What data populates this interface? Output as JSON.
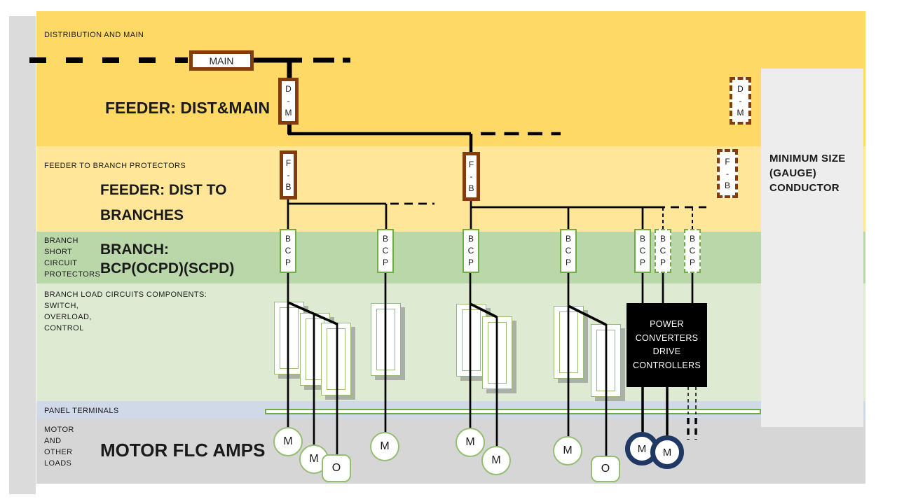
{
  "bands": {
    "distribution": {
      "label": "DISTRIBUTION AND MAIN",
      "headline": "FEEDER: DIST&MAIN"
    },
    "feeder": {
      "label": "FEEDER TO BRANCH PROTECTORS",
      "headline": "FEEDER: DIST TO\nBRANCHES"
    },
    "branch": {
      "label": "BRANCH\nSHORT\nCIRCUIT\nPROTECTORS",
      "headline": "BRANCH:\nBCP(OCPD)(SCPD)"
    },
    "load": {
      "label": "BRANCH LOAD CIRCUITS COMPONENTS:\nSWITCH,\nOVERLOAD,\nCONTROL"
    },
    "panel": {
      "label": "PANEL TERMINALS"
    },
    "motor": {
      "label": "MOTOR\nAND\nOTHER\nLOADS",
      "headline": "MOTOR FLC AMPS"
    }
  },
  "boxes": {
    "main": "MAIN",
    "dist_main_protector": "D\n-\nM",
    "feeder_branch_protector": "F\n-\nB",
    "branch_circuit_protector": "B\nC\nP",
    "power_converters": "POWER\nCONVERTERS\nDRIVE\nCONTROLLERS",
    "motor_load": "M",
    "other_load": "O",
    "conductor_note": "MINIMUM SIZE\n(GAUGE)\nCONDUCTOR"
  },
  "colors": {
    "gold": "#FFD966",
    "pale_yellow": "#FFE699",
    "green_band": "#B9D7A8",
    "pale_green_band": "#DEEBD2",
    "panel_blue": "#CFD9E7",
    "motor_gray": "#D6D6D6",
    "strip_gray": "#DBDBDB",
    "note_gray": "#EDEDED",
    "brown": "#843C0C",
    "green": "#70AD47",
    "light_green": "#94BE72",
    "navy": "#1F3864",
    "ink": "#1A1A1A",
    "wire": "#000000"
  }
}
